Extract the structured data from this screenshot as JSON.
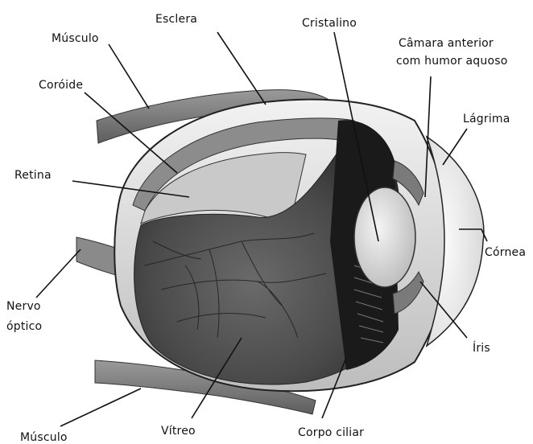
{
  "labels": {
    "esclera": "Esclera",
    "cristalino": "Cristalino",
    "musculo_top": "Músculo",
    "camara_line1": "Câmara anterior",
    "camara_line2": "com humor aquoso",
    "coroide": "Coróide",
    "lagrima": "Lágrima",
    "retina": "Retina",
    "cornea": "Córnea",
    "nervo_line1": "Nervo",
    "nervo_line2": "óptico",
    "iris": "Íris",
    "vitreo": "Vítreo",
    "corpo_ciliar": "Corpo ciliar",
    "musculo_bottom": "Músculo"
  },
  "colors": {
    "ink": "#111111",
    "vitreous_dark": "#3a3a3a",
    "sclera_light": "#e6e6e6",
    "lens": "#d9d9d9"
  }
}
